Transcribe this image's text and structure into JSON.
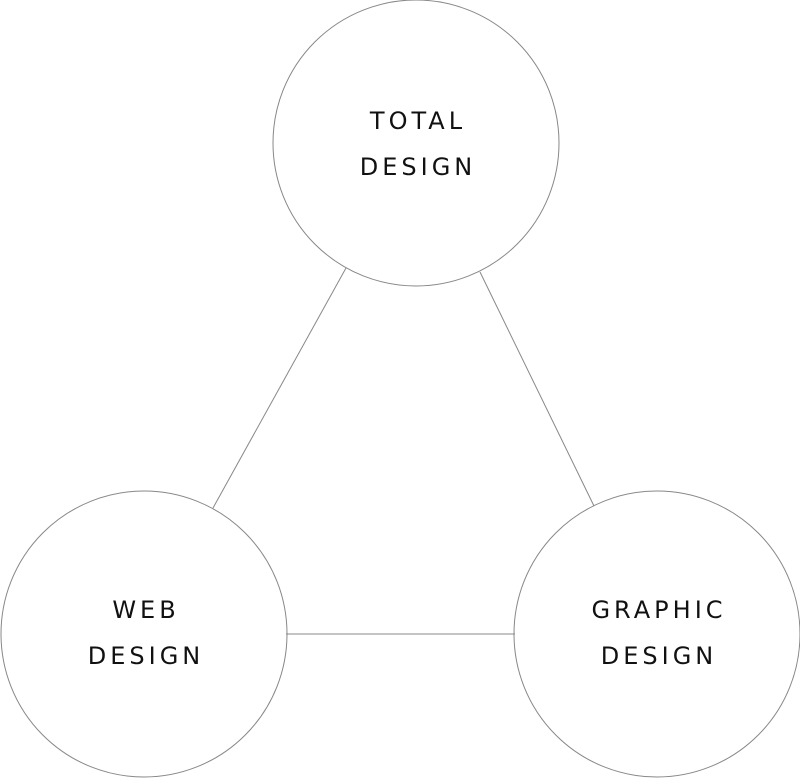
{
  "nodes": {
    "top": {
      "line1": "TOTAL",
      "line2": "DESIGN"
    },
    "left": {
      "line1": "WEB",
      "line2": "DESIGN"
    },
    "right": {
      "line1": "GRAPHIC",
      "line2": "DESIGN"
    }
  },
  "colors": {
    "stroke": "#888888",
    "text": "#111111"
  }
}
